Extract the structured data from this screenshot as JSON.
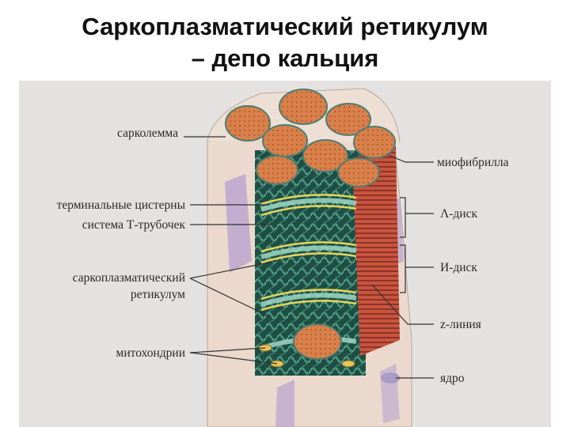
{
  "title": {
    "line1": "Саркоплазматический ретикулум",
    "line2": "– депо кальция"
  },
  "labels": {
    "sarcolemma": "сарколемма",
    "terminal_cisterns": "терминальные цистерны",
    "t_tubules": "система Т-трубочек",
    "sr_line1": "саркоплазматический",
    "sr_line2": "ретикулум",
    "mitochondria": "митохондрии",
    "myofibril": "миофибрилла",
    "a_disc": "Λ-диск",
    "i_disc": "И-диск",
    "z_line": "z-линия",
    "nucleus": "ядро"
  },
  "colors": {
    "myofibril_fill": "#d9804a",
    "sarcolemma": "#ecdcd0",
    "reticulum": "#2f7a68",
    "muscle_stripes": "#b5473a"
  }
}
